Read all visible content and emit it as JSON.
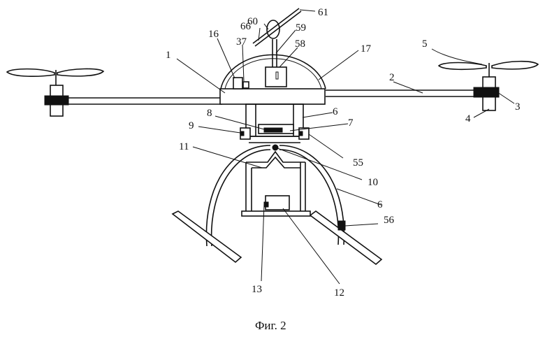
{
  "caption": "Фиг. 2",
  "labels": {
    "l1": "1",
    "l2": "2",
    "l3": "3",
    "l4": "4",
    "l5": "5",
    "l6a": "6",
    "l6b": "6",
    "l7": "7",
    "l8": "8",
    "l9": "9",
    "l10": "10",
    "l11": "11",
    "l12": "12",
    "l13": "13",
    "l16": "16",
    "l17": "17",
    "l37": "37",
    "l55": "55",
    "l56": "56",
    "l58": "58",
    "l59": "59",
    "l60": "60",
    "l61": "61",
    "l66": "66"
  }
}
